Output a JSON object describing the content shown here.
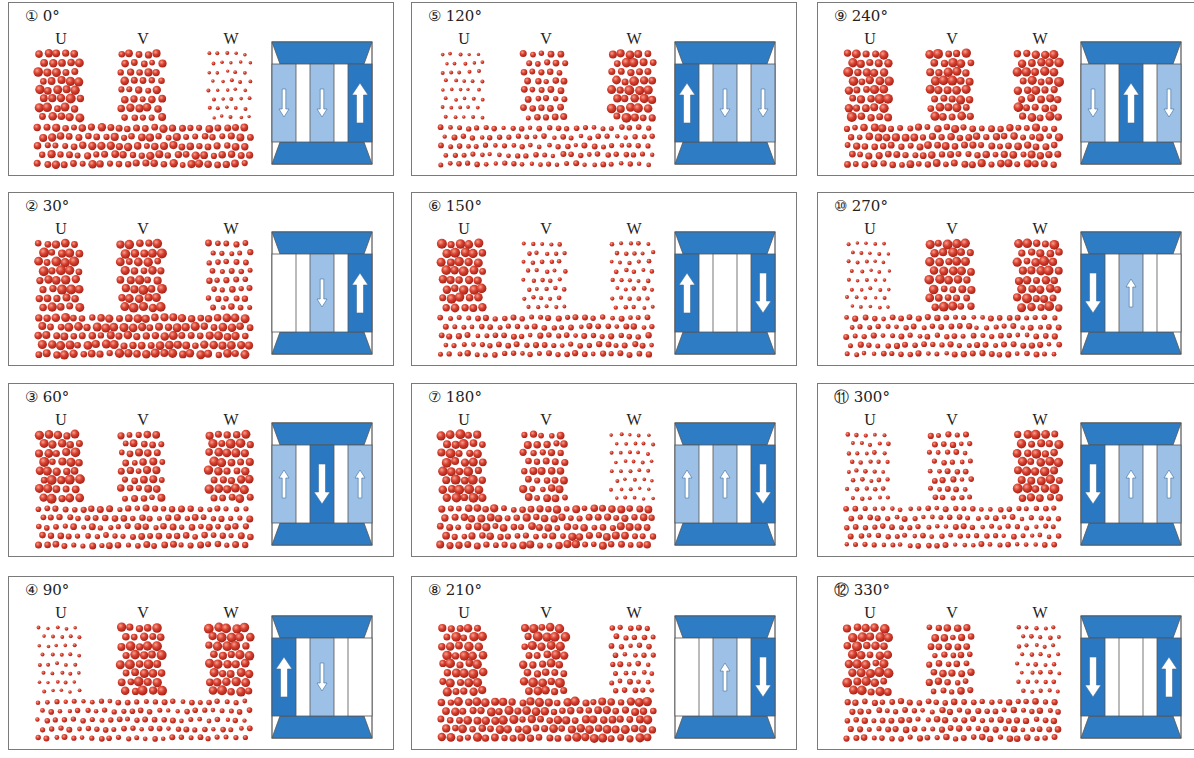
{
  "diagram": {
    "nodes": [
      {
        "text": [
          "① 0°",
          "U",
          "V",
          "W"
        ]
      },
      {
        "text": [
          "② 30°",
          "U",
          "V",
          "W"
        ]
      },
      {
        "text": [
          "③ 60°",
          "U",
          "V",
          "W"
        ]
      },
      {
        "text": [
          "④ 90°",
          "U",
          "V",
          "W"
        ]
      },
      {
        "text": [
          "⑤ 120°",
          "U",
          "V",
          "W"
        ]
      },
      {
        "text": [
          "⑥ 150°",
          "U",
          "V",
          "W"
        ]
      },
      {
        "text": [
          "⑦ 180°",
          "U",
          "V",
          "W"
        ]
      },
      {
        "text": [
          "⑧ 210°",
          "U",
          "V",
          "W"
        ]
      },
      {
        "text": [
          "⑨ 240°",
          "U",
          "V",
          "W"
        ]
      },
      {
        "text": [
          "⑩ 270°",
          "U",
          "V",
          "W"
        ]
      },
      {
        "text": [
          "⑪ 300°",
          "U",
          "V",
          "W"
        ]
      },
      {
        "text": [
          "⑫ 330°",
          "U",
          "V",
          "W"
        ]
      }
    ]
  }
}
